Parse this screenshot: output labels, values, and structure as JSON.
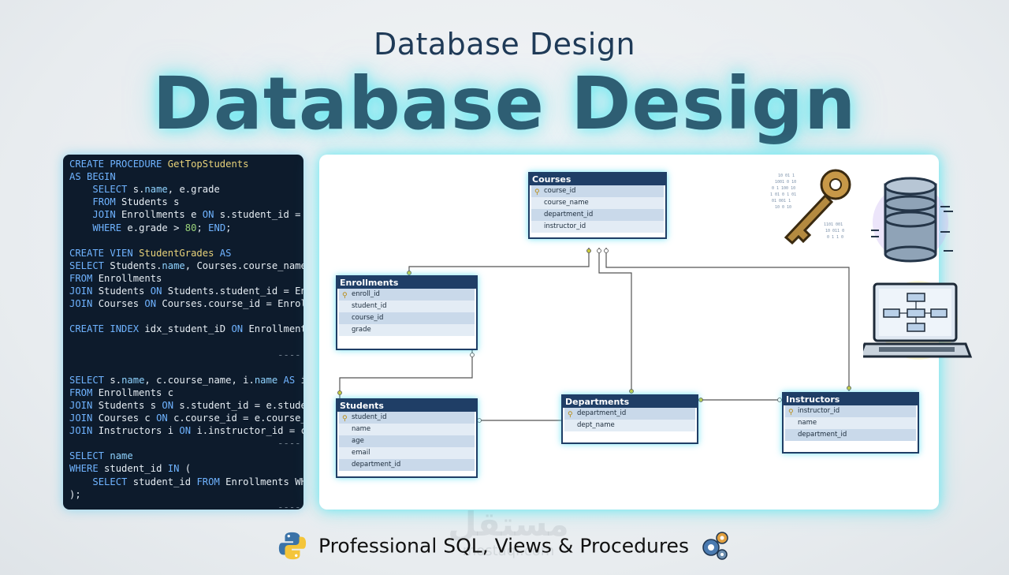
{
  "header": {
    "subtitle": "Database Design",
    "title": "Database Design"
  },
  "code_lines": [
    [
      [
        "kw",
        "CREATE PROCEDURE "
      ],
      [
        "fn",
        "GetTopStudents"
      ]
    ],
    [
      [
        "kw",
        "AS BEGIN"
      ]
    ],
    [
      [
        "t",
        "    "
      ],
      [
        "kw",
        "SELECT "
      ],
      [
        "t",
        "s."
      ],
      [
        "id",
        "name"
      ],
      [
        "t",
        ", e.grade"
      ]
    ],
    [
      [
        "t",
        "    "
      ],
      [
        "kw",
        "FROM "
      ],
      [
        "t",
        "Students s"
      ]
    ],
    [
      [
        "t",
        "    "
      ],
      [
        "kw",
        "JOIN "
      ],
      [
        "t",
        "Enrollments e "
      ],
      [
        "kw",
        "ON "
      ],
      [
        "t",
        "s.student_id = "
      ]
    ],
    [
      [
        "t",
        "    "
      ],
      [
        "kw",
        "WHERE "
      ],
      [
        "t",
        "e.grade > "
      ],
      [
        "num",
        "80"
      ],
      [
        "t",
        "; "
      ],
      [
        "kw",
        "END"
      ],
      [
        "t",
        ";"
      ]
    ],
    [],
    [
      [
        "kw",
        "CREATE VIEN "
      ],
      [
        "fn",
        "StudentGrades "
      ],
      [
        "kw",
        "AS"
      ]
    ],
    [
      [
        "kw",
        "SELECT "
      ],
      [
        "t",
        "Students."
      ],
      [
        "id",
        "name"
      ],
      [
        "t",
        ", Courses.course_name"
      ]
    ],
    [
      [
        "kw",
        "FROM "
      ],
      [
        "t",
        "Enrollments"
      ]
    ],
    [
      [
        "kw",
        "JOIN "
      ],
      [
        "t",
        "Students "
      ],
      [
        "kw",
        "ON "
      ],
      [
        "t",
        "Students.student_id = En"
      ]
    ],
    [
      [
        "kw",
        "JOIN "
      ],
      [
        "t",
        "Courses "
      ],
      [
        "kw",
        "ON "
      ],
      [
        "t",
        "Courses.course_id = Enrol"
      ]
    ],
    [],
    [
      [
        "kw",
        "CREATE INDEX "
      ],
      [
        "t",
        "idx_student_iD "
      ],
      [
        "kw",
        "ON "
      ],
      [
        "t",
        "Enrollment"
      ]
    ],
    [],
    [
      [
        "dash",
        "                                    ----"
      ]
    ],
    [],
    [
      [
        "kw",
        "SELECT "
      ],
      [
        "t",
        "s."
      ],
      [
        "id",
        "name"
      ],
      [
        "t",
        ", c.course_name, i."
      ],
      [
        "id",
        "name"
      ],
      [
        "kw",
        " AS "
      ],
      [
        "t",
        "i"
      ]
    ],
    [
      [
        "kw",
        "FROM "
      ],
      [
        "t",
        "Enrollments c"
      ]
    ],
    [
      [
        "kw",
        "JOIN "
      ],
      [
        "t",
        "Students s "
      ],
      [
        "kw",
        "ON "
      ],
      [
        "t",
        "s.student_id = e.stude"
      ]
    ],
    [
      [
        "kw",
        "JOIN "
      ],
      [
        "t",
        "Courses c "
      ],
      [
        "kw",
        "ON "
      ],
      [
        "t",
        "c.course_id = e.course_"
      ]
    ],
    [
      [
        "kw",
        "JOIN "
      ],
      [
        "t",
        "Instructors i "
      ],
      [
        "kw",
        "ON "
      ],
      [
        "t",
        "i.instructor_id = c"
      ]
    ],
    [
      [
        "dash",
        "                                    ----"
      ]
    ],
    [
      [
        "kw",
        "SELECT "
      ],
      [
        "id",
        "name"
      ]
    ],
    [
      [
        "kw",
        "WHERE "
      ],
      [
        "t",
        "student_id "
      ],
      [
        "kw",
        "IN "
      ],
      [
        "t",
        "("
      ]
    ],
    [
      [
        "t",
        "    "
      ],
      [
        "kw",
        "SELECT "
      ],
      [
        "t",
        "student_id "
      ],
      [
        "kw",
        "FROM "
      ],
      [
        "t",
        "Enrollments WH"
      ]
    ],
    [
      [
        "t",
        ");"
      ]
    ],
    [
      [
        "dash",
        "                                    ----"
      ]
    ]
  ],
  "entities": {
    "courses": {
      "name": "Courses",
      "fields": [
        "course_id",
        "course_name",
        "department_id",
        "instructor_id"
      ]
    },
    "enrollments": {
      "name": "Enrollments",
      "fields": [
        "enroll_id",
        "student_id",
        "course_id",
        "grade"
      ]
    },
    "students": {
      "name": "Students",
      "fields": [
        "student_id",
        "name",
        "age",
        "email",
        "department_id"
      ]
    },
    "departments": {
      "name": "Departments",
      "fields": [
        "department_id",
        "dept_name"
      ]
    },
    "instructors": {
      "name": "Instructors",
      "fields": [
        "instructor_id",
        "name",
        "department_id"
      ]
    }
  },
  "icons": {
    "key": "key-icon",
    "database": "database-icon",
    "laptop": "laptop-diagram-icon",
    "python": "python-logo-icon",
    "gears": "gears-icon"
  },
  "footer": {
    "text": "Professional SQL, Views & Procedures"
  },
  "watermark": {
    "text": "مستقل",
    "sub": "mostaql.com"
  },
  "colors": {
    "title": "#2e5e73",
    "glow": "#50e6f0",
    "entity_header": "#1f3e66",
    "code_bg": "#0d1b2c"
  }
}
